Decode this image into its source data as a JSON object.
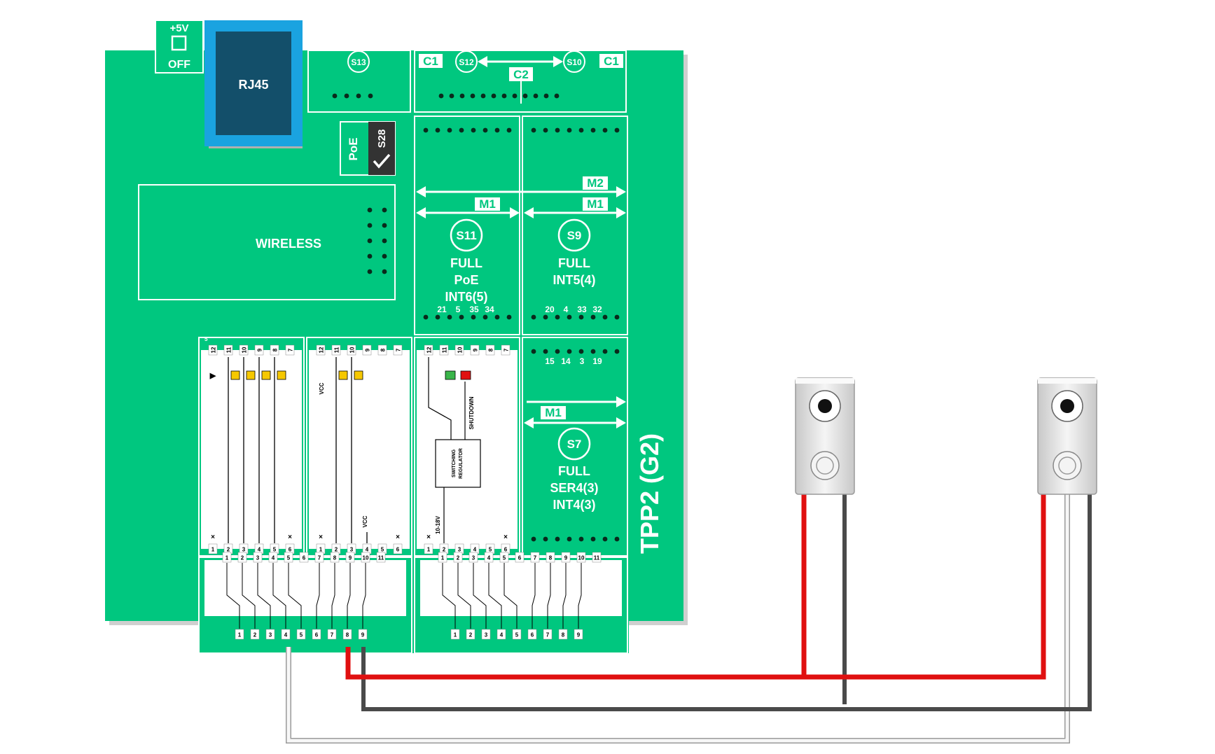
{
  "colors": {
    "board": "#00c77f",
    "board_shadow": "#d4d4d4",
    "line": "#ffffff",
    "rj45_outer": "#1aa3e0",
    "rj45_inner": "#134f6a",
    "wire_red": "#e01010",
    "wire_gray": "#4a4a4a",
    "wire_white": "#f2f2f2",
    "led_yellow": "#f6c800",
    "led_green": "#3ab54a",
    "led_red": "#e01010",
    "dark_box": "#333333"
  },
  "power": {
    "label_top": "+5V",
    "label_bottom": "OFF"
  },
  "rj45": {
    "label": "RJ45"
  },
  "poe_switch": {
    "label": "PoE",
    "switch": "S28"
  },
  "wireless": {
    "label": "WIRELESS"
  },
  "top_headers": {
    "s13": "S13",
    "s12": "S12",
    "s10": "S10",
    "c1": "C1",
    "c2": "C2"
  },
  "markers": {
    "m1": "M1",
    "m2": "M2"
  },
  "slots": [
    {
      "switch": "S11",
      "lines": [
        "FULL",
        "PoE",
        "INT6(5)"
      ],
      "pins": [
        "21",
        "5",
        "35",
        "34"
      ]
    },
    {
      "switch": "S9",
      "lines": [
        "FULL",
        "INT5(4)"
      ],
      "pins": [
        "20",
        "4",
        "33",
        "32"
      ]
    },
    {
      "switch": "S7",
      "lines": [
        "FULL",
        "SER4(3)",
        "INT4(3)"
      ],
      "pins": [
        "15",
        "14",
        "3",
        "19"
      ]
    }
  ],
  "block_labels": {
    "top_pins": [
      "12",
      "11",
      "10",
      "9",
      "8",
      "7"
    ],
    "bottom_pins": [
      "1",
      "2",
      "3",
      "4",
      "5",
      "6"
    ],
    "vcc": "VCC",
    "shutdown": "SHUTDOWN",
    "regulator_line1": "SWITCHING",
    "regulator_line2": "REGULATOR",
    "input_voltage": "10-18V",
    "ref_5": "5"
  },
  "connectors": {
    "top_pins_11": [
      "1",
      "2",
      "3",
      "4",
      "5",
      "6",
      "7",
      "8",
      "9",
      "10",
      "11"
    ],
    "bottom_pins_9": [
      "1",
      "2",
      "3",
      "4",
      "5",
      "6",
      "7",
      "8",
      "9"
    ]
  },
  "board_name": "TPP2 (G2)"
}
